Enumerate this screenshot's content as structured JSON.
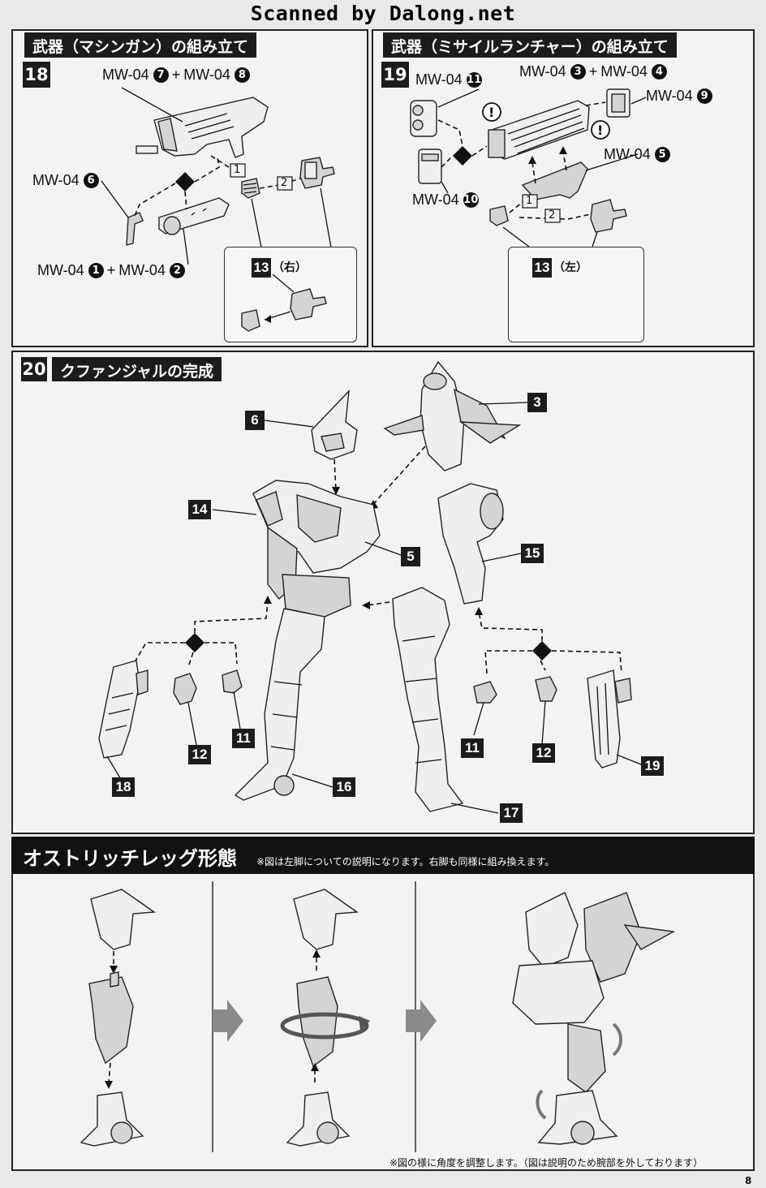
{
  "watermark": "Scanned by Dalong.net",
  "page_number": "8",
  "step18": {
    "number": "18",
    "title": "武器（マシンガン）の組み立て",
    "labels": {
      "top_a": "MW-04",
      "top_a_n": "7",
      "top_b": "MW-04",
      "top_b_n": "8",
      "left": "MW-04",
      "left_n": "6",
      "bottom_a": "MW-04",
      "bottom_a_n": "1",
      "bottom_b": "MW-04",
      "bottom_b_n": "2"
    },
    "order1": "1",
    "order2": "2",
    "sub_ref": "13",
    "sub_side": "（右）"
  },
  "step19": {
    "number": "19",
    "title": "武器（ミサイルランチャー）の組み立て",
    "labels": {
      "l11": "MW-04",
      "l11_n": "11",
      "top_a": "MW-04",
      "top_a_n": "3",
      "top_b": "MW-04",
      "top_b_n": "4",
      "l9": "MW-04",
      "l9_n": "9",
      "l5": "MW-04",
      "l5_n": "5",
      "l10": "MW-04",
      "l10_n": "10"
    },
    "order1": "1",
    "order2": "2",
    "sub_ref": "13",
    "sub_side": "（左）"
  },
  "step20": {
    "number": "20",
    "title": "クファンジャルの完成",
    "callouts": {
      "c3": "3",
      "c5": "5",
      "c6": "6",
      "c11a": "11",
      "c11b": "11",
      "c12a": "12",
      "c12b": "12",
      "c14": "14",
      "c15": "15",
      "c16": "16",
      "c17": "17",
      "c18": "18",
      "c19": "19"
    }
  },
  "ostrich": {
    "title": "オストリッチレッグ形態",
    "note": "※図は左脚についての説明になります。右脚も同様に組み換えます。",
    "bottom_note": "※図の様に角度を調整します。（図は説明のため腕部を外しております）"
  }
}
